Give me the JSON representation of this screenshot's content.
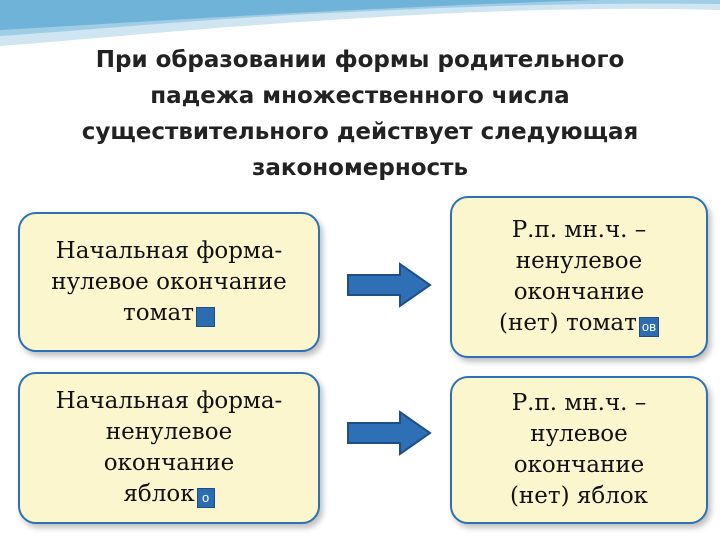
{
  "title_lines": [
    "При образовании формы родительного",
    "падежа множественного числа",
    "существительного действует следующая",
    "закономерность"
  ],
  "rows": [
    {
      "left": {
        "lines": [
          "Начальная форма-",
          "нулевое окончание"
        ],
        "word": "томат",
        "ending": ""
      },
      "right": {
        "lines": [
          "Р.п. мн.ч. –",
          "ненулевое",
          "окончание"
        ],
        "word": "(нет) томат",
        "ending": "ов"
      }
    },
    {
      "left": {
        "lines": [
          "Начальная форма-",
          "ненулевое",
          "окончание"
        ],
        "word": "яблок",
        "ending": "о"
      },
      "right": {
        "lines": [
          "Р.п. мн.ч. –",
          "нулевое",
          "окончание",
          "(нет) яблок"
        ]
      }
    }
  ],
  "colors": {
    "box_fill": "#fcf6cf",
    "box_border": "#2d70b3",
    "arrow": "#2f6fb6",
    "ending_fill": "#2c6cb0"
  }
}
